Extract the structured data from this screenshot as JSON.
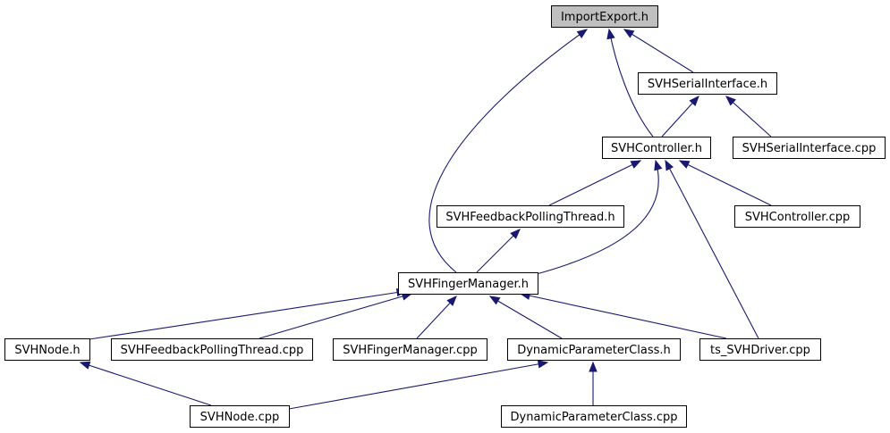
{
  "nodes": [
    {
      "id": "importexport",
      "label": "ImportExport.h",
      "root": true
    },
    {
      "id": "serialif_h",
      "label": "SVHSerialInterface.h"
    },
    {
      "id": "controller_h",
      "label": "SVHController.h"
    },
    {
      "id": "serialif_cpp",
      "label": "SVHSerialInterface.cpp"
    },
    {
      "id": "feedback_h",
      "label": "SVHFeedbackPollingThread.h"
    },
    {
      "id": "controller_cpp",
      "label": "SVHController.cpp"
    },
    {
      "id": "fingermgr_h",
      "label": "SVHFingerManager.h"
    },
    {
      "id": "node_h",
      "label": "SVHNode.h"
    },
    {
      "id": "feedback_cpp",
      "label": "SVHFeedbackPollingThread.cpp"
    },
    {
      "id": "fingermgr_cpp",
      "label": "SVHFingerManager.cpp"
    },
    {
      "id": "dynparam_h",
      "label": "DynamicParameterClass.h"
    },
    {
      "id": "tsdriver_cpp",
      "label": "ts_SVHDriver.cpp"
    },
    {
      "id": "node_cpp",
      "label": "SVHNode.cpp"
    },
    {
      "id": "dynparam_cpp",
      "label": "DynamicParameterClass.cpp"
    }
  ],
  "edges": [
    {
      "from": "serialif_h",
      "to": "importexport"
    },
    {
      "from": "controller_h",
      "to": "importexport"
    },
    {
      "from": "fingermgr_h",
      "to": "importexport"
    },
    {
      "from": "controller_h",
      "to": "serialif_h"
    },
    {
      "from": "serialif_cpp",
      "to": "serialif_h"
    },
    {
      "from": "feedback_h",
      "to": "controller_h"
    },
    {
      "from": "controller_cpp",
      "to": "controller_h"
    },
    {
      "from": "fingermgr_h",
      "to": "controller_h"
    },
    {
      "from": "tsdriver_cpp",
      "to": "controller_h"
    },
    {
      "from": "fingermgr_h",
      "to": "feedback_h"
    },
    {
      "from": "node_h",
      "to": "fingermgr_h"
    },
    {
      "from": "feedback_cpp",
      "to": "fingermgr_h"
    },
    {
      "from": "fingermgr_cpp",
      "to": "fingermgr_h"
    },
    {
      "from": "dynparam_h",
      "to": "fingermgr_h"
    },
    {
      "from": "tsdriver_cpp",
      "to": "fingermgr_h"
    },
    {
      "from": "node_cpp",
      "to": "node_h"
    },
    {
      "from": "node_cpp",
      "to": "dynparam_h"
    },
    {
      "from": "dynparam_cpp",
      "to": "dynparam_h"
    }
  ],
  "colors": {
    "edge": "#191970",
    "root_fill": "#bfbfbf",
    "node_fill": "#ffffff",
    "border": "#000000"
  }
}
